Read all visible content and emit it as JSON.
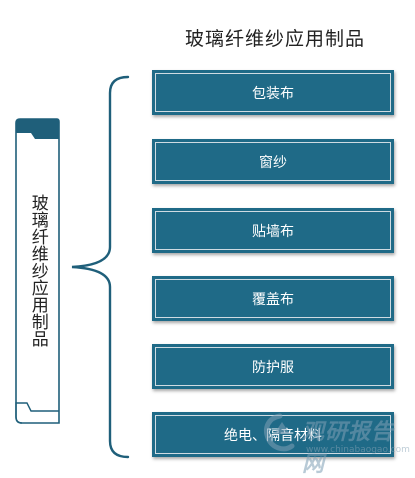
{
  "title": "玻璃纤维纱应用制品",
  "side_label": "玻璃纤维纱应用制品",
  "items": [
    {
      "label": "包装布"
    },
    {
      "label": "窗纱"
    },
    {
      "label": "贴墙布"
    },
    {
      "label": "覆盖布"
    },
    {
      "label": "防护服"
    },
    {
      "label": "绝电、隔音材料"
    }
  ],
  "watermark": {
    "name": "观研报告网",
    "url": "www.chinabaogao.com"
  },
  "colors": {
    "box_fill": "#1f6a87",
    "accent": "#1f5f7a",
    "text": "#222222"
  }
}
